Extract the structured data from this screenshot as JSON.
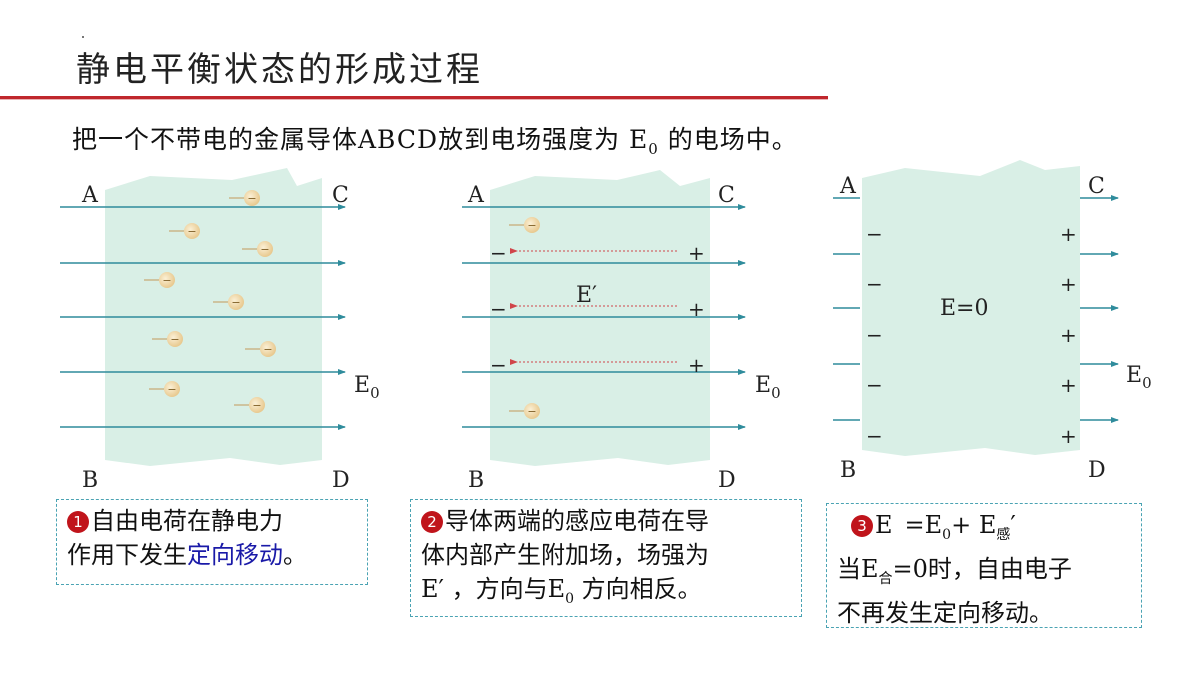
{
  "title": "静电平衡状态的形成过程",
  "intro": {
    "text": "把一个不带电的金属导体ABCD放到电场强度为 E",
    "sub": "0",
    "tail": " 的电场中。"
  },
  "corners": {
    "a": "A",
    "b": "B",
    "c": "C",
    "d": "D"
  },
  "field_label": {
    "main": "E",
    "sub": "0"
  },
  "induced_field_label": "E′",
  "zero_field_label": "E=0",
  "charge_signs": {
    "neg": "−",
    "pos": "+"
  },
  "box1": {
    "num": "1",
    "line1": "自由电荷在静电力",
    "line2_plain": "作用下发生",
    "line2_blue": "定向移动",
    "line2_end": "。"
  },
  "box2": {
    "num": "2",
    "line1": "导体两端的感应电荷在导",
    "line2": "体内部产生附加场，场强为",
    "line3a": "E′ ，方向与E",
    "line3sub": "0",
    "line3b": " 方向相反。"
  },
  "box3": {
    "num": "3",
    "eq_a": "E",
    "eq_b": "=E",
    "eq_sub1": "0",
    "eq_c": "+ E",
    "eq_sub2": "感",
    "eq_d": "′",
    "line2a": "当E",
    "line2sub": "合",
    "line2b": "=0时，自由电子",
    "line3": "不再发生定向移动。"
  },
  "colors": {
    "title_bar": "#c0272d",
    "conductor": "#d9efe6",
    "field_line": "#2f8c9c",
    "electron": "#f3dcae",
    "induced_line": "#d0454a",
    "number_badge": "#c0141b",
    "highlight_text": "#1a1aa8",
    "box_border": "#4aa3b3"
  }
}
